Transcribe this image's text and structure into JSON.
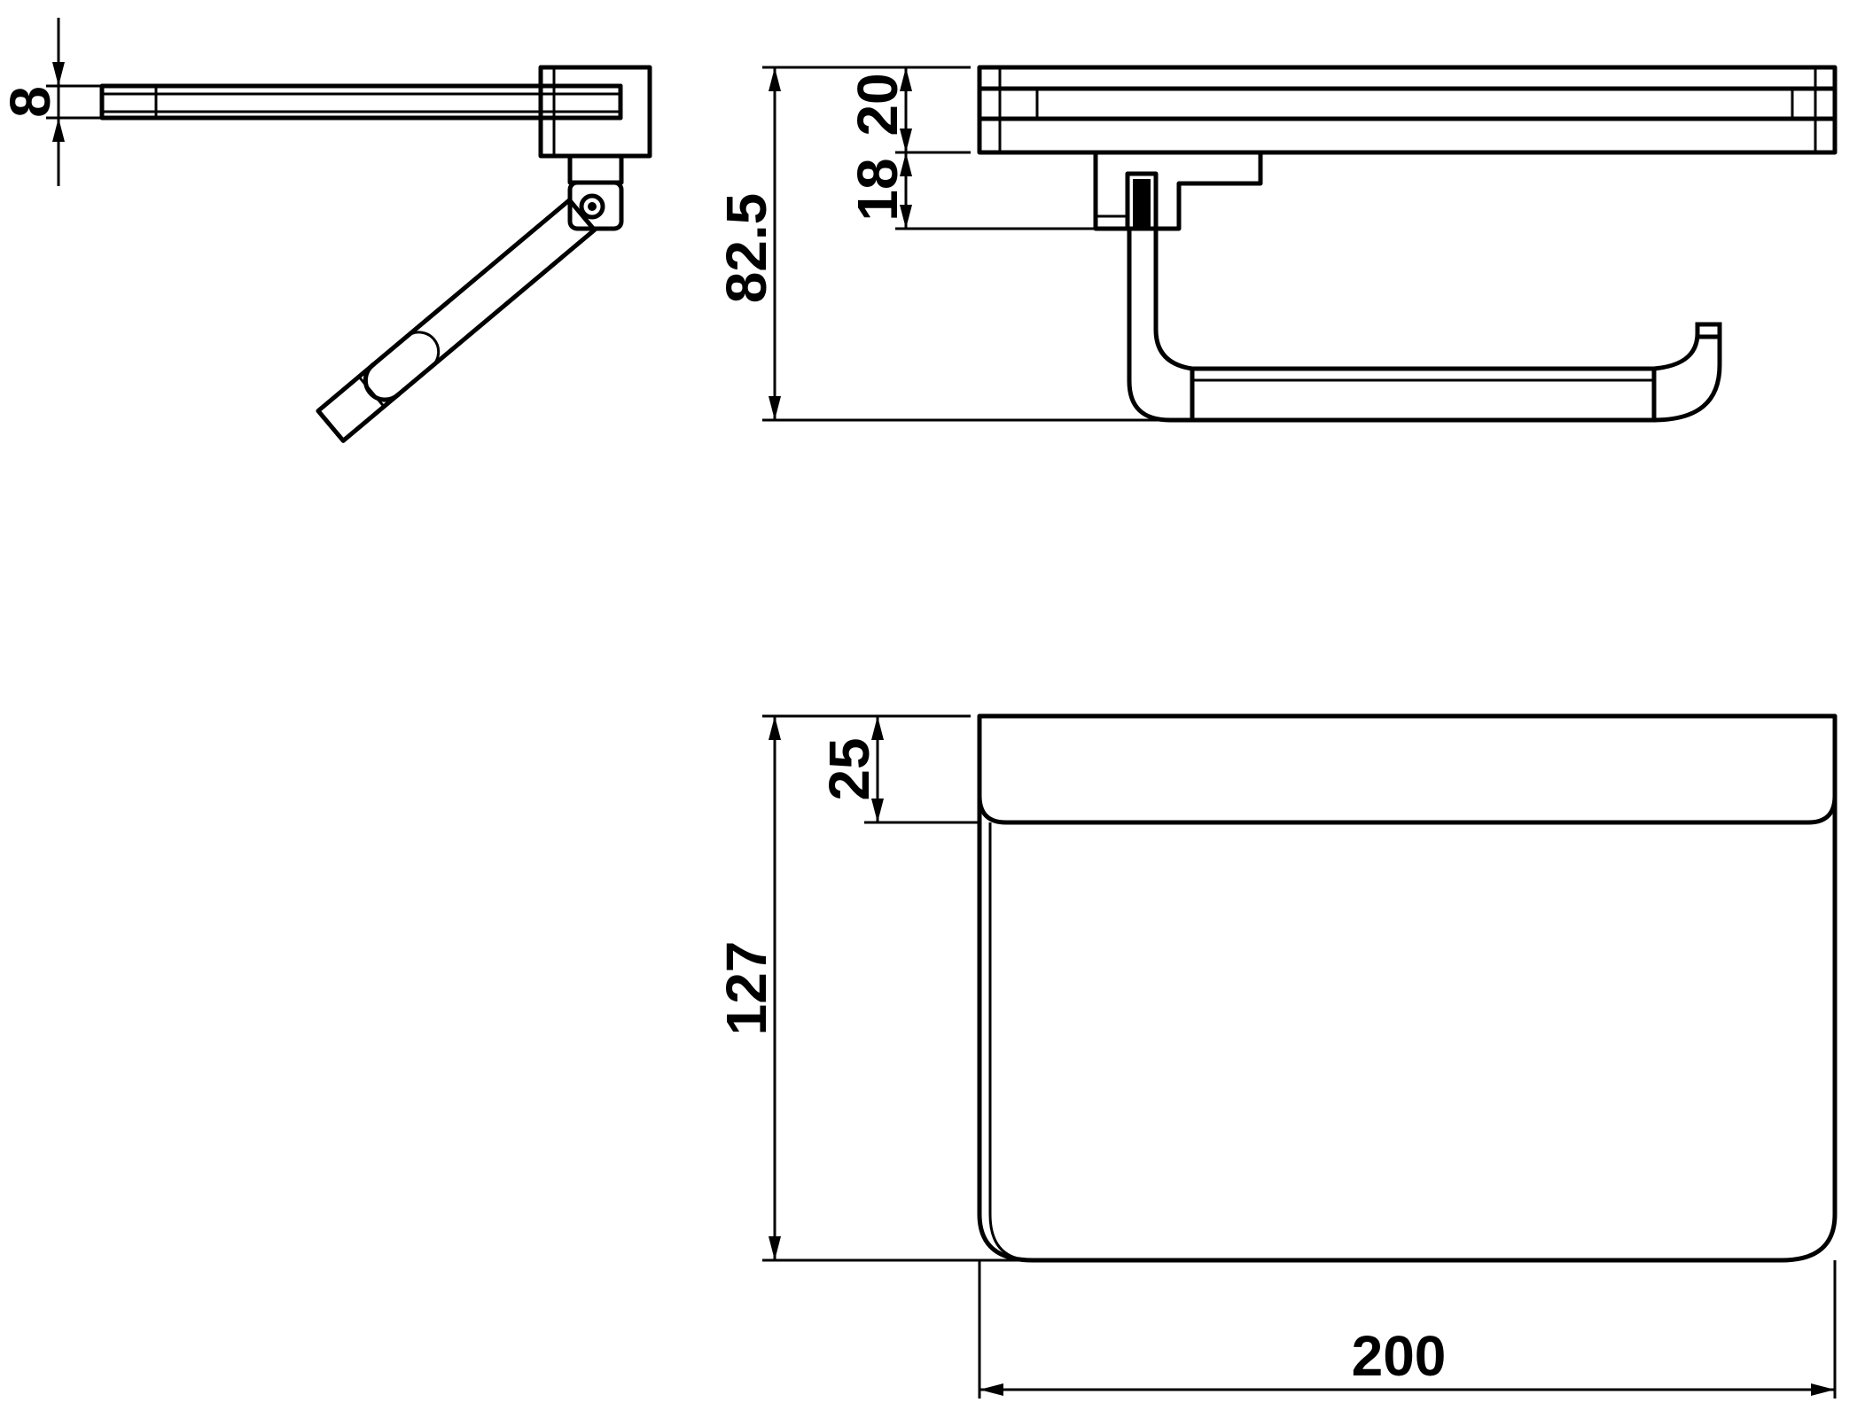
{
  "drawing": {
    "stroke_color": "#000000",
    "background_color": "#ffffff",
    "dimensions": {
      "side_thickness": "8",
      "front_total_height": "82.5",
      "front_shelf_height": "20",
      "front_bracket_height": "18",
      "top_shelf_depth": "25",
      "top_total_depth": "127",
      "top_width": "200"
    }
  }
}
